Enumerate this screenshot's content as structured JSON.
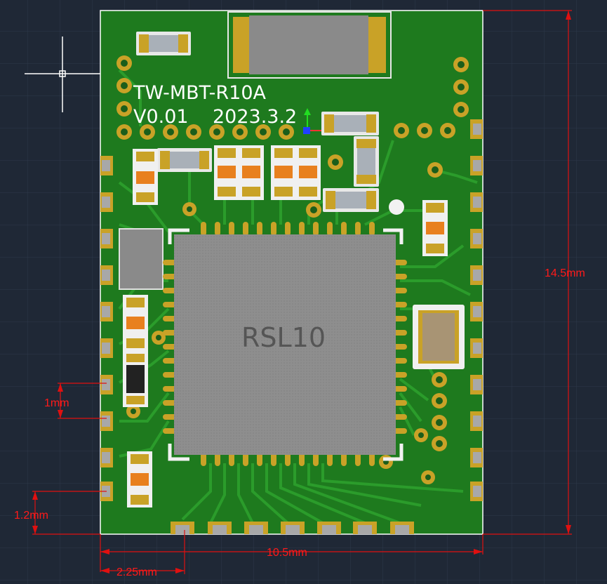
{
  "board": {
    "name": "TW-MBT-R10A",
    "version": "V0.01",
    "date": "2023.3.2",
    "chip_label": "RSL10"
  },
  "dimensions": {
    "height": "14.5mm",
    "width": "10.5mm",
    "pitch": "1mm",
    "edge_offset": "1.2mm",
    "pad_offset": "2.25mm"
  },
  "colors": {
    "background": "#1f2836",
    "grid": "#2c3646",
    "pcb": "#1e7a1e",
    "trace": "#2a9a2a",
    "gold": "#c9a227",
    "dimension": "#ff1a1a",
    "chip": "#8c8c8c",
    "silkscreen": "#ffffff"
  },
  "icons": {
    "cursor": "crosshair-cursor-icon",
    "origin": "axis-origin-icon"
  }
}
